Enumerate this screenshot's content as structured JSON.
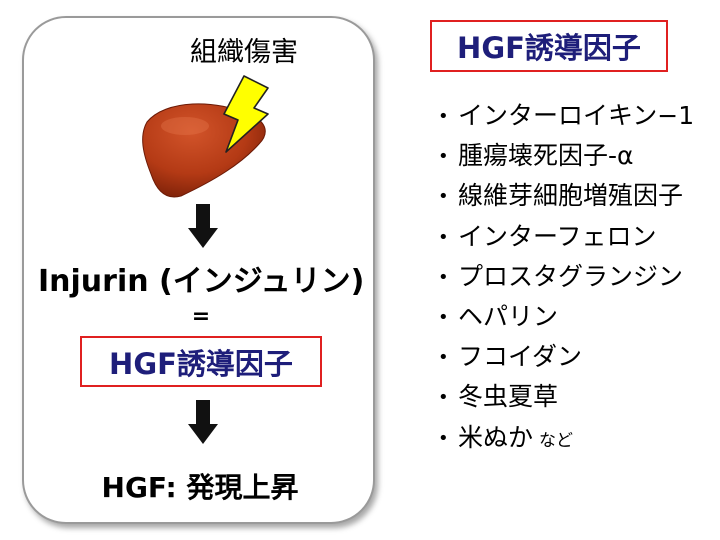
{
  "diagram": {
    "damage_label": "組織傷害",
    "injurin_label": "Injurin (インジュリン)",
    "equals_sign": "=",
    "hgf_factor_label": "HGF誘導因子",
    "result_label": "HGF: 発現上昇",
    "liver_color": "#b43a15",
    "bolt_color": "#ffff00"
  },
  "factor_list": {
    "title": "HGF誘導因子",
    "bullet": "•",
    "items": [
      {
        "label": "インターロイキン−1"
      },
      {
        "label": "腫瘍壊死因子-α"
      },
      {
        "label": "線維芽細胞増殖因子"
      },
      {
        "label": "インターフェロン"
      },
      {
        "label": "プロスタグランジン"
      },
      {
        "label": "ヘパリン"
      },
      {
        "label": "フコイダン"
      },
      {
        "label": "冬虫夏草"
      },
      {
        "label": "米ぬか",
        "note": "など"
      }
    ]
  }
}
